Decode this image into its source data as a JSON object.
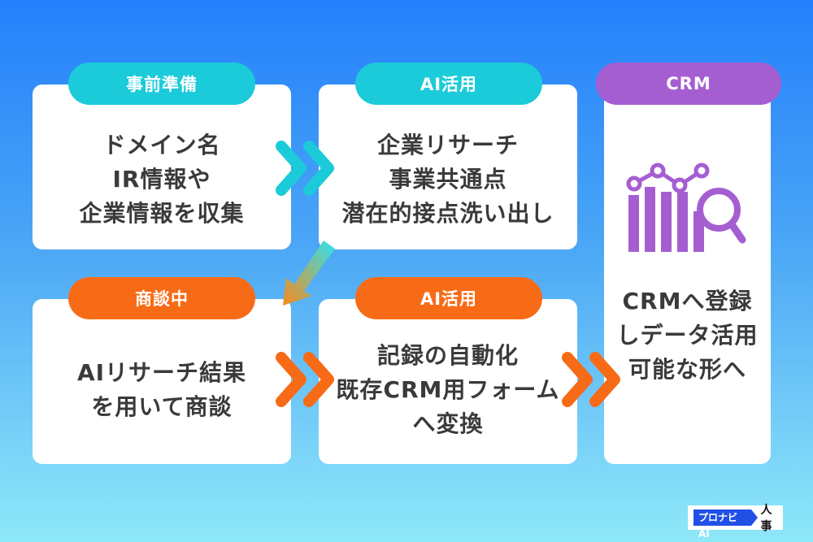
{
  "steps": {
    "prep": {
      "label": "事前準備",
      "text": "ドメイン名\nIR情報や\n企業情報を収集"
    },
    "ai_research": {
      "label": "AI活用",
      "text": "企業リサーチ\n事業共通点\n潜在的接点洗い出し"
    },
    "crm": {
      "label": "CRM",
      "icon": "chart-magnifier-icon",
      "text": "CRMへ登録\nしデータ活用\n可能な形へ"
    },
    "meeting": {
      "label": "商談中",
      "text": "AIリサーチ結果\nを用いて商談"
    },
    "ai_record": {
      "label": "AI活用",
      "text": "記録の自動化\n既存CRM用フォーム\nへ変換"
    }
  },
  "colors": {
    "teal": "#1ccbd9",
    "orange": "#f86b16",
    "purple": "#a55ed2",
    "text": "#3a3a3a"
  },
  "logo": {
    "badge": "プロナビAI",
    "text": "人事"
  }
}
